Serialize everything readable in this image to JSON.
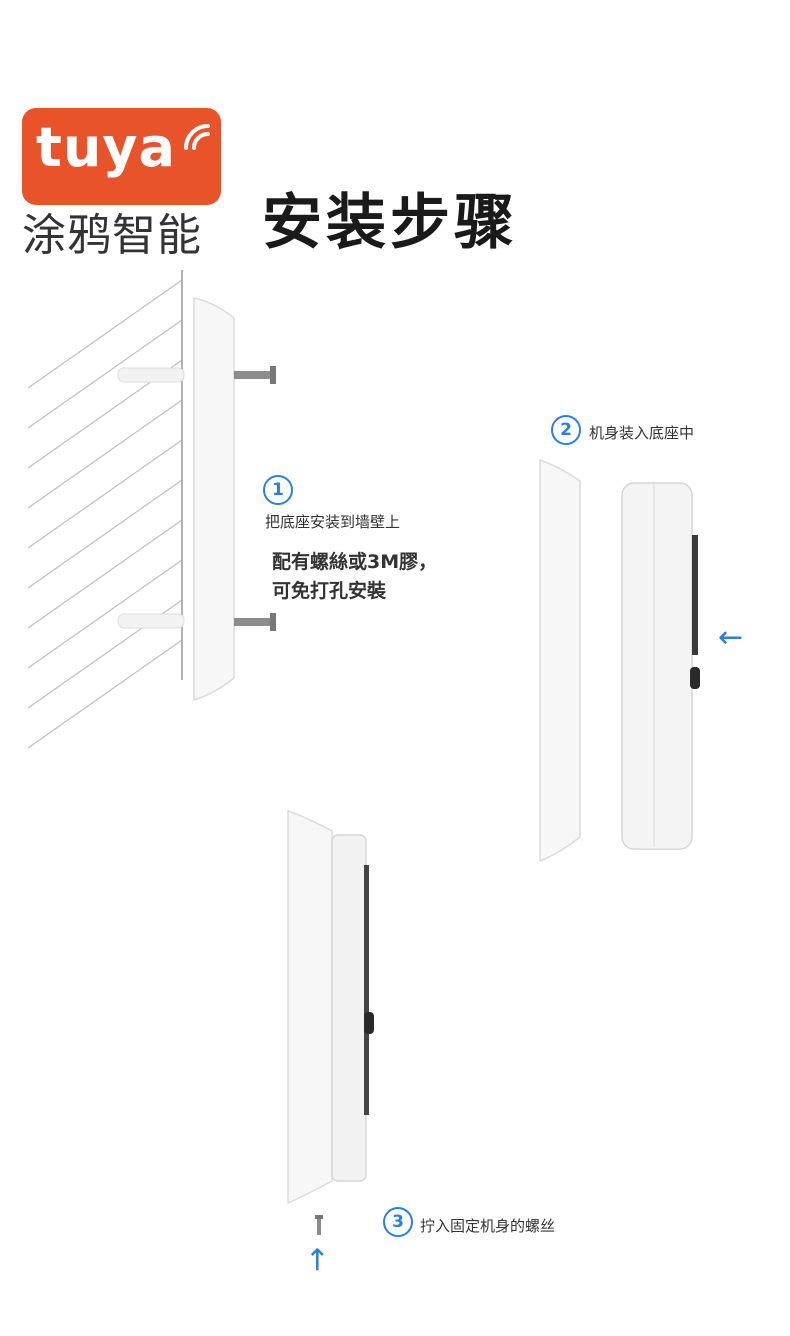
{
  "logo": {
    "brand": "tuya",
    "cn_name": "涂鸦智能",
    "color": "#e8532a",
    "icon": "wifi-signal-icon"
  },
  "title": "安装步骤",
  "steps": [
    {
      "number": "1",
      "caption": "把底座安装到墙壁上",
      "note_line1": "配有螺絲或3M膠，",
      "note_line2": "可免打孔安裝"
    },
    {
      "number": "2",
      "caption": "机身装入底座中"
    },
    {
      "number": "3",
      "caption": "拧入固定机身的螺丝"
    }
  ],
  "accent_color": "#2a7fe0"
}
